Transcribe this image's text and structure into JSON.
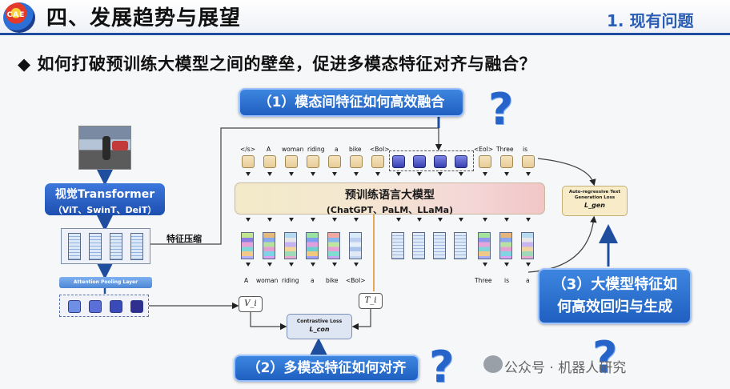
{
  "header": {
    "logo_text": "CAE",
    "title": "四、发展趋势与展望",
    "subtitle": "1. 现有问题"
  },
  "question": "◆ 如何打破预训练大模型之间的壁垒，促进多模态特征对齐与融合？",
  "callouts": {
    "c1": "（1）模态间特征如何高效融合",
    "c2": "（2）多模态特征如何对齐",
    "c3_line1": "（3）大模型特征如",
    "c3_line2": "何高效回归与生成",
    "question_mark": "?"
  },
  "vision": {
    "encoder_title": "视觉Transformer",
    "encoder_models": "（ViT、SwinT、DeiT）",
    "pooling_label": "Attention Pooling Layer",
    "compress_label": "特征压缩",
    "token_colors": [
      "#6f8fe4",
      "#5a6fd8",
      "#3a4ab8",
      "#2e2f8f"
    ]
  },
  "llm": {
    "title": "预训练语言大模型",
    "models": "(ChatGPT、PaLM、LLaMa)"
  },
  "top_tokens": [
    "</s>",
    "A",
    "woman",
    "riding",
    "a",
    "bike",
    "<BoI>",
    "<EoI>",
    "Three",
    "is"
  ],
  "bottom_tokens_left": [
    "A",
    "woman",
    "riding",
    "a",
    "bike",
    "<BoI>"
  ],
  "bottom_tokens_right": [
    "Three",
    "is",
    "a"
  ],
  "losses": {
    "generation_l1": "Auto-regressive Text",
    "generation_l2": "Generation Loss",
    "generation_symbol": "L_gen",
    "contrastive_label": "Contrastive Loss",
    "contrastive_symbol": "L_con",
    "v_symbol": "V_i",
    "t_symbol": "T_i"
  },
  "watermark": "公众号 · 机器人研究"
}
